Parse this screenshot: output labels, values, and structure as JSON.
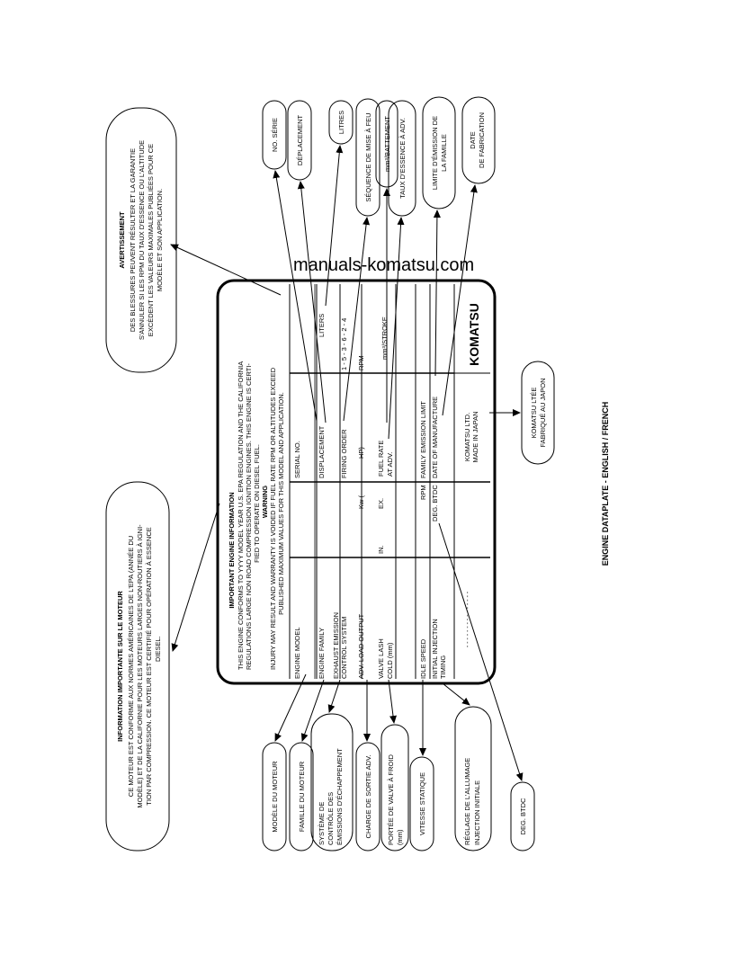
{
  "watermark": "manuals-komatsu.com",
  "figure_title": "ENGINE DATAPLATE - ENGLISH / FRENCH",
  "plate": {
    "heading": "IMPORTANT ENGINE INFORMATION",
    "intro": [
      "THIS ENGINE CONFORMS TO YYYY MODEL YEAR U.S. EPA REGULATION AND THE CALIFORNIA",
      "REGULATIONS LARGE NON ROAD COMPRESSION IGNITION ENGINES. THIS ENGINE IS CERTI-",
      "FIED TO OPERATE ON DIESEL FUEL."
    ],
    "warning_title": "WARNING",
    "warning": [
      "INJURY MAY RESULT AND WARRANTY IS VOIDED IF FUEL RATE RPM OR ALTITUDES EXCEED",
      "PUBLISHED MAXIMUM VALUES FOR THIS MODEL AND APPLICATION."
    ],
    "engine_model": "ENGINE MODEL",
    "serial_no": "SERIAL NO.",
    "engine_family": "ENGINE FAMILY",
    "displacement": "DISPLACEMENT",
    "liters": "LITERS",
    "exhaust_1": "EXHAUST EMISSION",
    "exhaust_2": "CONTROL SYSTEM",
    "firing_order": "FIRING ORDER",
    "firing_value": "1 - 5 - 3 - 6 - 2 - 4",
    "adv_load": "ADV. LOAD OUTPUT",
    "kw": "Kw   (",
    "hp": "HP)",
    "rpm_top": "RPM",
    "valve_1": "VALVE LASH",
    "valve_2": "COLD (mm)",
    "in": "IN.",
    "ex": "EX.",
    "fuel_1": "FUEL RATE",
    "fuel_2": "AT ADV.",
    "stroke": "mm³/STROKE",
    "idle": "IDLE SPEED",
    "rpm_idle": "RPM",
    "family_limit": "FAMILY EMISSION LIMIT",
    "inj_1": "INITIAL INJECTION",
    "inj_2": "TIMING",
    "deg_btdc": "DEG. BTDC",
    "date_mfr": "DATE OF MANUFACTURE",
    "maker_1": "KOMATSU LTD.",
    "maker_2": "MADE IN JAPAN",
    "logo": "KOMATSU"
  },
  "french_top": {
    "warning_title": "AVERTISSEMENT",
    "warning": [
      "DES BLESSURES PEUVENT RÉSULTER ET LA GARANTIE",
      "S'ANNULER SI LES RPM DU TAUX D'ESSENCE OU L'ALTITUDE",
      "EXCÈDENT LES VALEURS MAXIMALES PUBLIÉES POUR CE",
      "MODÈLE ET SON APPLICATION."
    ],
    "info_title": "INFORMATION IMPORTANTE SUR LE MOTEUR",
    "info": [
      "CE MOTEUR EST CONFORME AUX NORMES AMÉRICAINES DE L'EPA (ANNÉE DU",
      "MODÈLE) ET DE LA CALIFORNIE POUR LES MOTEURS LARGES NON-ROUTIERS À IGNI-",
      "TION PAR COMPRESSION. CE MOTEUR EST CERTIFIÉ POUR OPÉRATION À ESSENCE",
      "DIESEL."
    ]
  },
  "labels_right": {
    "no_serie": "NO. SÉRIE",
    "deplacement": "DÉPLACEMENT",
    "litres": "LITRES",
    "sequence": "SÉQUENCE DE MISE À FEU",
    "battement": "mm³/BATTEMENT",
    "taux": "TAUX D'ESSENCE À ADV.",
    "limite_1": "LIMITE D'ÉMISSION DE",
    "limite_2": "LA FAMILLE",
    "date_1": "DATE",
    "date_2": "DE FABRICATION",
    "komatsu_1": "KOMATSU LTÉE",
    "komatsu_2": "FABRIQUÉ AU JAPON"
  },
  "labels_left": {
    "modele": "MODÈLE DU MOTEUR",
    "famille": "FAMILLE DU MOTEUR",
    "systeme_1": "SYSTÈME DE",
    "systeme_2": "CONTRÔLE DES",
    "systeme_3": "ÉMISSIONS D'ÉCHAPPEMENT",
    "charge": "CHARGE DE SORTIE ADV.",
    "portee_1": "PORTÉE DE VALVE À FROID",
    "portee_2": "(mm)",
    "vitesse": "VITESSE STATIQUE",
    "reglage_1": "RÉGLAGE DE L'ALLUMAGE",
    "reglage_2": "INJECTION INITIALE",
    "deg": "DEG. BTDC"
  }
}
